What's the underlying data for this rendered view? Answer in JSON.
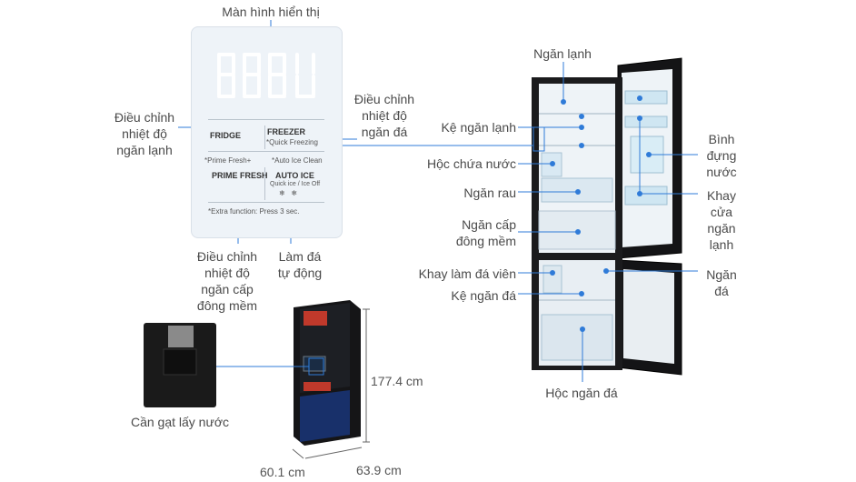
{
  "colors": {
    "callout_line": "#2f7bd8",
    "dot": "#2f7bd8",
    "fridge_body": "#1b1b1d",
    "interior": "#eef3f7"
  },
  "panel_labels": {
    "display": "Màn hình hiển thị",
    "fridge_adjust": [
      "Điều chỉnh",
      "nhiệt độ",
      "ngăn lạnh"
    ],
    "freezer_adjust": [
      "Điều chỉnh",
      "nhiệt độ",
      "ngăn đá"
    ],
    "prime_fresh_adjust": [
      "Điều chỉnh",
      "nhiệt độ",
      "ngăn cấp",
      "đông mềm"
    ],
    "auto_ice": [
      "Làm đá",
      "tự động"
    ]
  },
  "panel_text": {
    "fridge_btn": "FRIDGE",
    "freezer_btn": "FREEZER",
    "quick_freezing": "*Quick Freezing",
    "prime_fresh_note": "*Prime Fresh+",
    "auto_ice_clean": "*Auto Ice Clean",
    "prime_fresh_btn": "PRIME FRESH",
    "auto_ice_btn": "AUTO ICE",
    "ice_sub": "Quick ice / Ice Off",
    "extra": "*Extra function: Press 3 sec."
  },
  "fridge_labels": {
    "ngan_lanh": "Ngăn lạnh",
    "ke_ngan_lanh": "Kệ ngăn lạnh",
    "hoc_chua_nuoc": "Hộc chứa nước",
    "ngan_rau": "Ngăn rau",
    "ngan_cap_dong_mem": [
      "Ngăn cấp",
      "đông mềm"
    ],
    "khay_lam_da_vien": "Khay làm đá viên",
    "ke_ngan_da": "Kệ ngăn đá",
    "hoc_ngan_da": "Hộc ngăn đá",
    "binh_dung_nuoc": [
      "Bình",
      "đựng",
      "nước"
    ],
    "khay_cua_ngan_lanh": [
      "Khay",
      "cửa",
      "ngăn",
      "lạnh"
    ],
    "ngan_da": [
      "Ngăn",
      "đá"
    ]
  },
  "dispenser": {
    "label": "Cần gạt lấy nước"
  },
  "dimensions": {
    "height": "177.4 cm",
    "width": "60.1 cm",
    "depth": "63.9 cm"
  }
}
